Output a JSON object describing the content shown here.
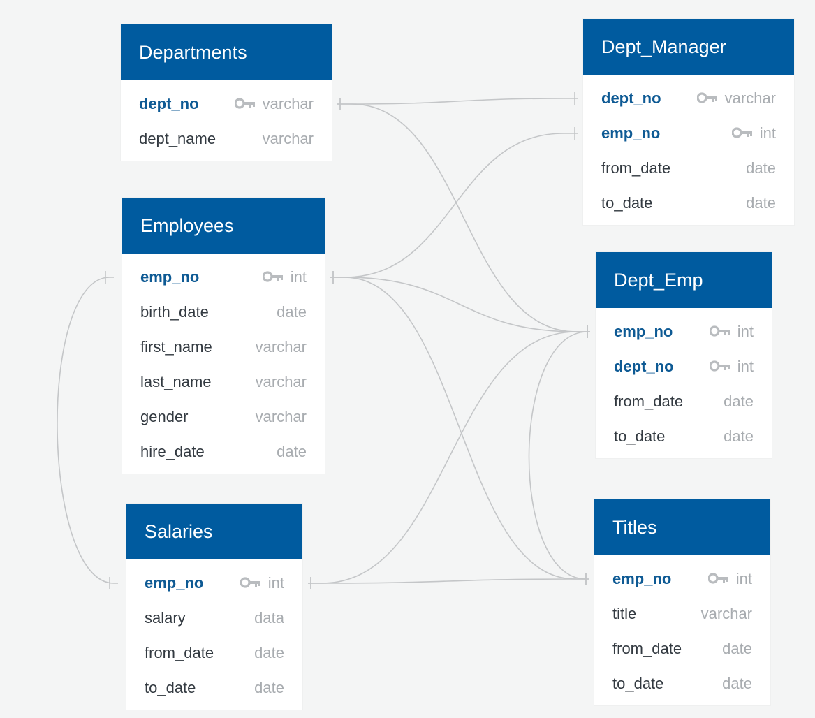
{
  "tables": [
    {
      "id": "departments",
      "name": "Departments",
      "fields": [
        {
          "name": "dept_no",
          "type": "varchar",
          "pk": true
        },
        {
          "name": "dept_name",
          "type": "varchar",
          "pk": false
        }
      ]
    },
    {
      "id": "employees",
      "name": "Employees",
      "fields": [
        {
          "name": "emp_no",
          "type": "int",
          "pk": true
        },
        {
          "name": "birth_date",
          "type": "date",
          "pk": false
        },
        {
          "name": "first_name",
          "type": "varchar",
          "pk": false
        },
        {
          "name": "last_name",
          "type": "varchar",
          "pk": false
        },
        {
          "name": "gender",
          "type": "varchar",
          "pk": false
        },
        {
          "name": "hire_date",
          "type": "date",
          "pk": false
        }
      ]
    },
    {
      "id": "salaries",
      "name": "Salaries",
      "fields": [
        {
          "name": "emp_no",
          "type": "int",
          "pk": true
        },
        {
          "name": "salary",
          "type": "data",
          "pk": false
        },
        {
          "name": "from_date",
          "type": "date",
          "pk": false
        },
        {
          "name": "to_date",
          "type": "date",
          "pk": false
        }
      ]
    },
    {
      "id": "dept_manager",
      "name": "Dept_Manager",
      "fields": [
        {
          "name": "dept_no",
          "type": "varchar",
          "pk": true
        },
        {
          "name": "emp_no",
          "type": "int",
          "pk": true
        },
        {
          "name": "from_date",
          "type": "date",
          "pk": false
        },
        {
          "name": "to_date",
          "type": "date",
          "pk": false
        }
      ]
    },
    {
      "id": "dept_emp",
      "name": "Dept_Emp",
      "fields": [
        {
          "name": "emp_no",
          "type": "int",
          "pk": true
        },
        {
          "name": "dept_no",
          "type": "int",
          "pk": true
        },
        {
          "name": "from_date",
          "type": "date",
          "pk": false
        },
        {
          "name": "to_date",
          "type": "date",
          "pk": false
        }
      ]
    },
    {
      "id": "titles",
      "name": "Titles",
      "fields": [
        {
          "name": "emp_no",
          "type": "int",
          "pk": true
        },
        {
          "name": "title",
          "type": "varchar",
          "pk": false
        },
        {
          "name": "from_date",
          "type": "date",
          "pk": false
        },
        {
          "name": "to_date",
          "type": "date",
          "pk": false
        }
      ]
    }
  ],
  "relationships": [
    {
      "from": "departments.dept_no",
      "to": "dept_manager.dept_no"
    },
    {
      "from": "departments.dept_no",
      "to": "dept_emp.emp_no"
    },
    {
      "from": "employees.emp_no",
      "to": "dept_manager.emp_no"
    },
    {
      "from": "employees.emp_no",
      "to": "dept_emp.emp_no"
    },
    {
      "from": "employees.emp_no",
      "to": "titles.emp_no"
    },
    {
      "from": "employees.emp_no",
      "to": "salaries.emp_no"
    },
    {
      "from": "salaries.emp_no",
      "to": "dept_emp.emp_no"
    },
    {
      "from": "salaries.emp_no",
      "to": "titles.emp_no"
    },
    {
      "from": "dept_emp.emp_no",
      "to": "titles.emp_no"
    }
  ],
  "colors": {
    "header": "#005b9f",
    "background": "#f4f5f5",
    "pk_text": "#0e5a94",
    "field_text": "#333a41",
    "type_text": "#a8acb0",
    "connector": "#c4c6c8"
  },
  "icons": {
    "primary_key": "key-icon"
  }
}
